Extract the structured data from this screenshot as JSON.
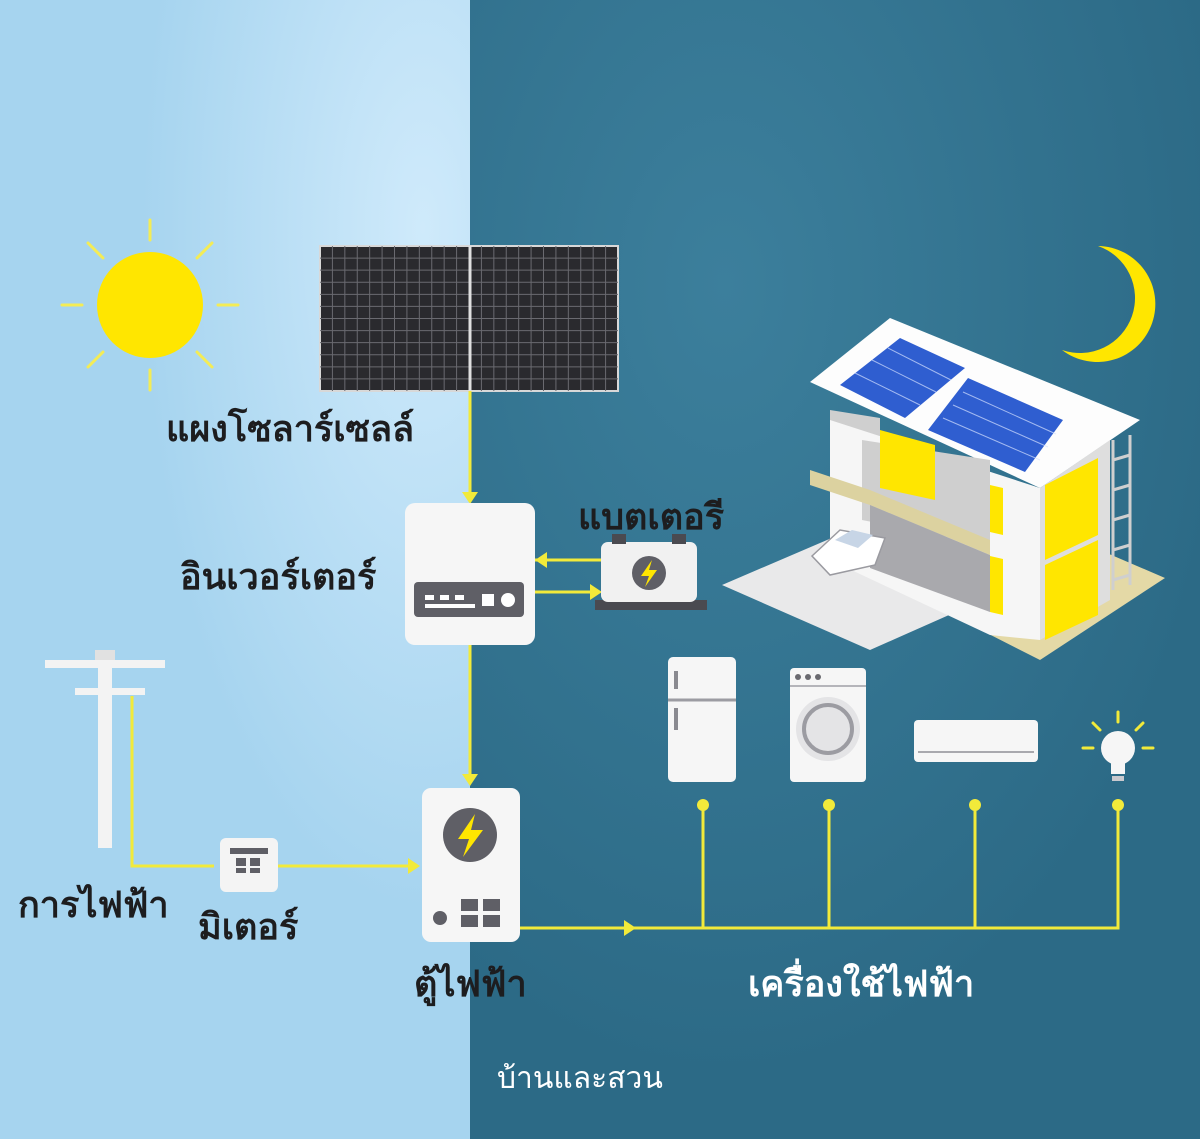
{
  "labels": {
    "solar_panel": "แผงโซลาร์เซลล์",
    "battery": "แบตเตอรี",
    "inverter": "อินเวอร์เตอร์",
    "utility": "การไฟฟ้า",
    "meter": "มิเตอร์",
    "consumer_unit": "ตู้ไฟฟ้า",
    "appliances": "เครื่องใช้ไฟฟ้า"
  },
  "caption": "บ้านและสวน",
  "icons": [
    "sun-icon",
    "moon-icon",
    "solar-panel-icon",
    "inverter-icon",
    "battery-icon",
    "utility-pole-icon",
    "meter-icon",
    "consumer-unit-icon",
    "house-icon",
    "fridge-icon",
    "washing-machine-icon",
    "air-conditioner-icon",
    "light-bulb-icon"
  ],
  "colors": {
    "day_bg": "#a9d6f0",
    "night_bg": "#2f6e8a",
    "flow_line": "#f2ea3a",
    "sun": "#ffe600",
    "label_dark": "#1d1d1f",
    "label_light": "#ffffff"
  }
}
